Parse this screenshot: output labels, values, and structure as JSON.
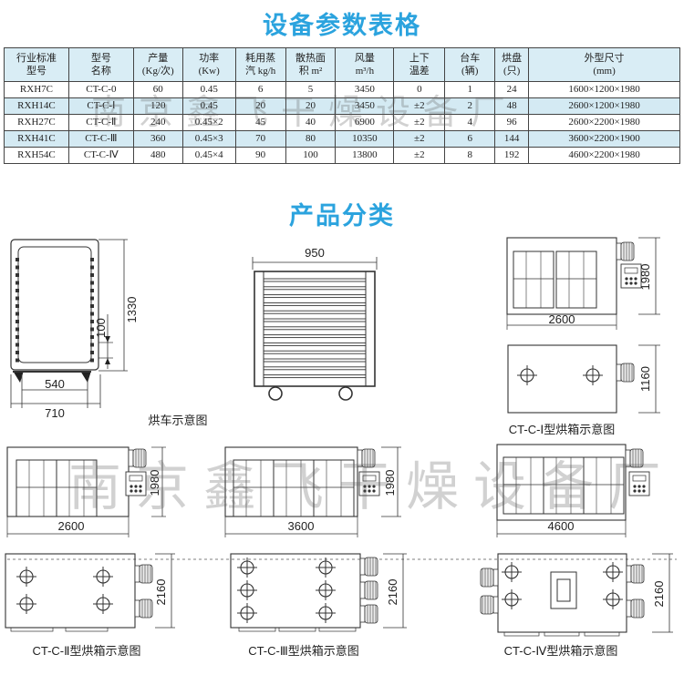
{
  "title_params": "设备参数表格",
  "title_products": "产品分类",
  "table": {
    "headers": [
      [
        "行业标准",
        "型号"
      ],
      [
        "型号",
        "名称"
      ],
      [
        "产量",
        "(Kg/次)"
      ],
      [
        "功率",
        "(Kw)"
      ],
      [
        "耗用蒸",
        "汽 kg/h"
      ],
      [
        "散热面",
        "积 m²"
      ],
      [
        "风量",
        "m³/h"
      ],
      [
        "上下",
        "温差"
      ],
      [
        "台车",
        "(辆)"
      ],
      [
        "烘盘",
        "(只)"
      ],
      [
        "外型尺寸",
        "(mm)"
      ]
    ],
    "rows": [
      [
        "RXH7C",
        "CT-C-0",
        "60",
        "0.45",
        "6",
        "5",
        "3450",
        "0",
        "1",
        "24",
        "1600×1200×1980"
      ],
      [
        "RXH14C",
        "CT-C-Ⅰ",
        "120",
        "0.45",
        "20",
        "20",
        "3450",
        "±2",
        "2",
        "48",
        "2600×1200×1980"
      ],
      [
        "RXH27C",
        "CT-C-Ⅱ",
        "240",
        "0.45×2",
        "45",
        "40",
        "6900",
        "±2",
        "4",
        "96",
        "2600×2200×1980"
      ],
      [
        "RXH41C",
        "CT-C-Ⅲ",
        "360",
        "0.45×3",
        "70",
        "80",
        "10350",
        "±2",
        "6",
        "144",
        "3600×2200×1900"
      ],
      [
        "RXH54C",
        "CT-C-Ⅳ",
        "480",
        "0.45×4",
        "90",
        "100",
        "13800",
        "±2",
        "8",
        "192",
        "4600×2200×1980"
      ]
    ]
  },
  "diagrams": {
    "cart": {
      "dim_540": "540",
      "dim_710": "710",
      "dim_100": "100",
      "dim_1330": "1330",
      "dim_950": "950",
      "caption": "烘车示意图"
    },
    "ct1": {
      "dim_1980": "1980",
      "dim_2600": "2600",
      "dim_1160": "1160",
      "caption": "CT-C-Ⅰ型烘箱示意图"
    },
    "ct2": {
      "dim_1980": "1980",
      "dim_2600": "2600",
      "dim_2160": "2160",
      "caption": "CT-C-Ⅱ型烘箱示意图"
    },
    "ct3": {
      "dim_1980": "1980",
      "dim_3600": "3600",
      "dim_2160": "2160",
      "caption": "CT-C-Ⅲ型烘箱示意图"
    },
    "ct4": {
      "dim_4600": "4600",
      "dim_2160": "2160",
      "caption": "CT-C-Ⅳ型烘箱示意图"
    }
  },
  "watermark": "南京鑫飞干燥设备厂"
}
